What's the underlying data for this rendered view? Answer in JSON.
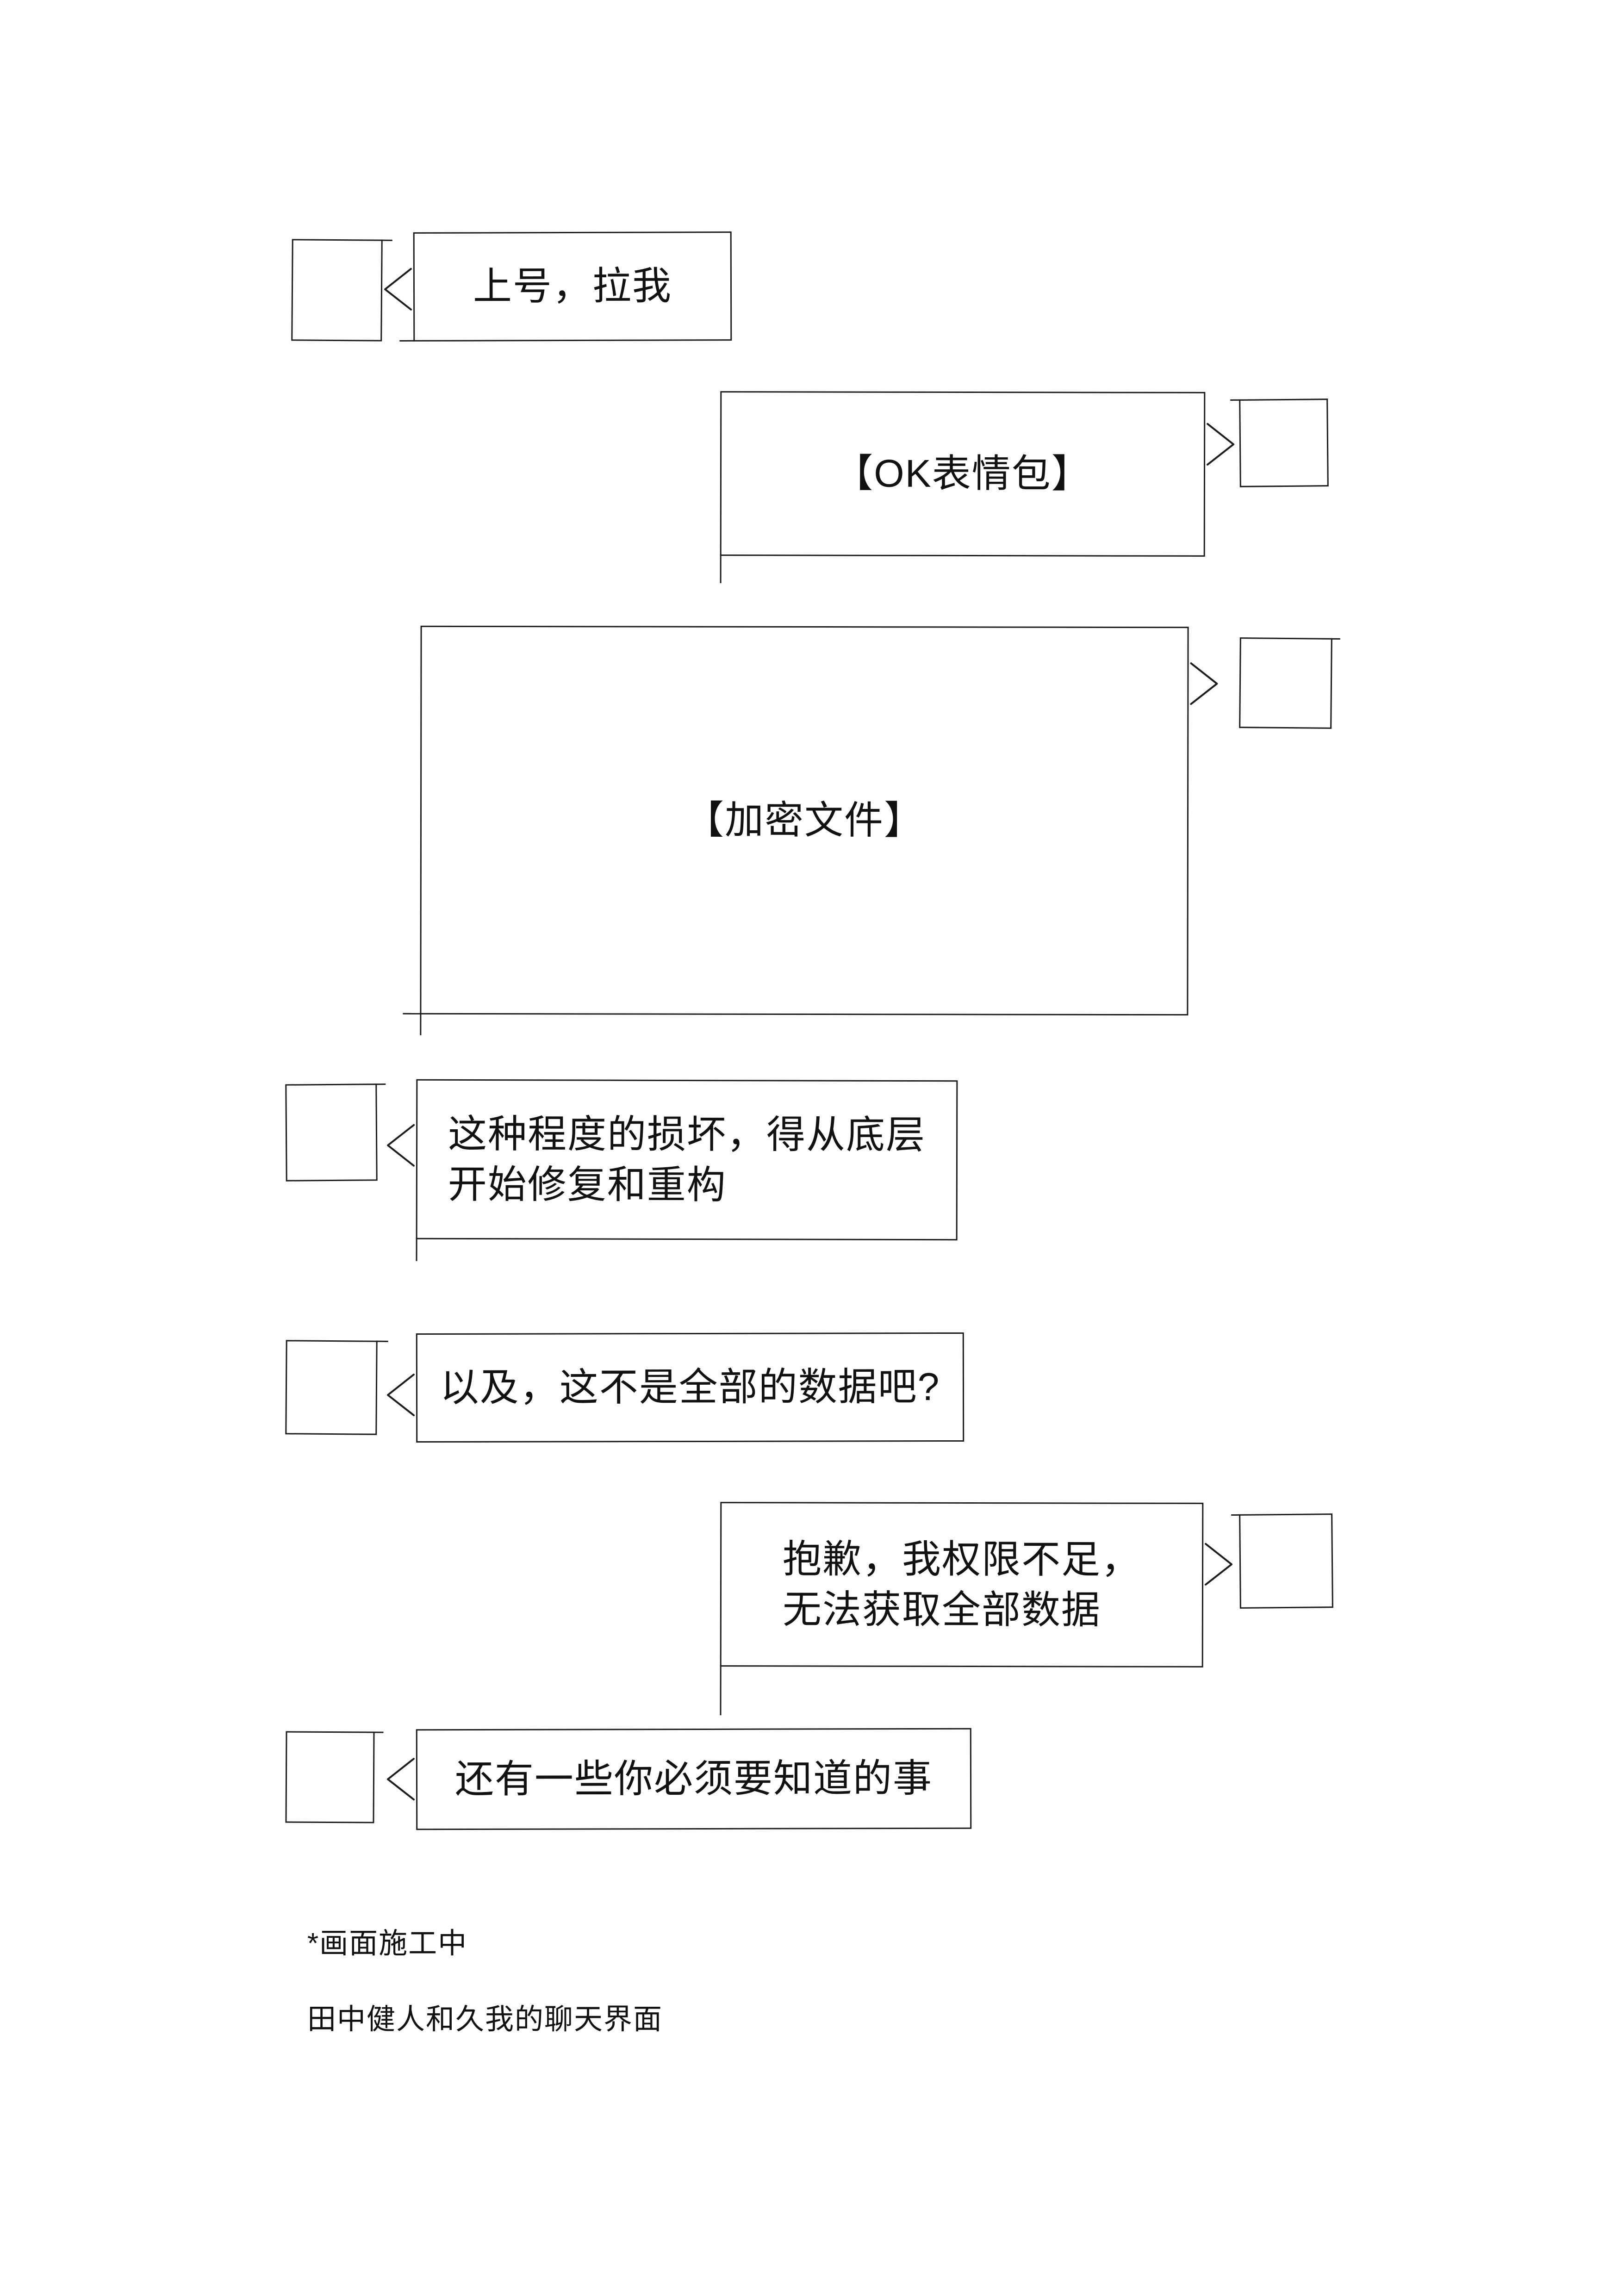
{
  "page": {
    "notes": {
      "construction": "*画面施工中",
      "caption": "田中健人和久我的聊天界面"
    }
  },
  "messages": [
    {
      "side": "left",
      "type": "text",
      "text": "上号，拉我"
    },
    {
      "side": "right",
      "type": "sticker",
      "text": "【OK表情包】"
    },
    {
      "side": "right",
      "type": "file",
      "text": "【加密文件】"
    },
    {
      "side": "left",
      "type": "text",
      "text": "这种程度的损坏，得从底层\n开始修复和重构"
    },
    {
      "side": "left",
      "type": "text",
      "text": "以及，这不是全部的数据吧?"
    },
    {
      "side": "right",
      "type": "text",
      "text": "抱歉，我权限不足，\n无法获取全部数据"
    },
    {
      "side": "left",
      "type": "text",
      "text": "还有一些你必须要知道的事"
    }
  ]
}
